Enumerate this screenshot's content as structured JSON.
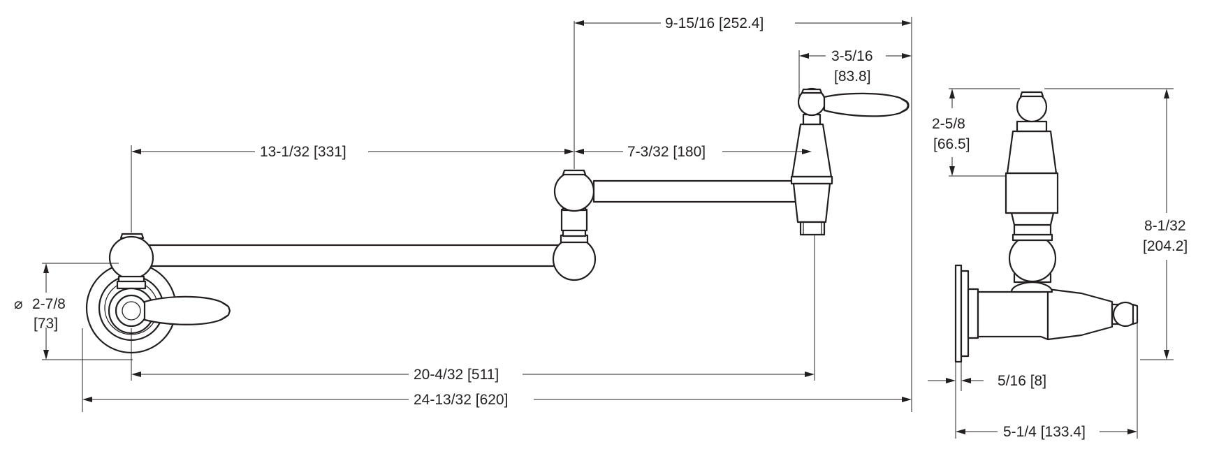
{
  "dimensions": {
    "diameter_symbol": "⌀",
    "wall_plate_diameter": {
      "imperial": "2-7/8",
      "metric": "[73]"
    },
    "front_arm_length": {
      "text": "13-1/32  [331]"
    },
    "rear_arm_length": {
      "text": "7-3/32 [180]"
    },
    "offset_to_outlet": {
      "text": "9-15/16  [252.4]"
    },
    "handle_span": {
      "imperial": "3-5/16",
      "metric": "[83.8]"
    },
    "reach_to_outlet": {
      "text": "20-4/32  [511]"
    },
    "overall_length": {
      "text": "24-13/32  [620]"
    },
    "valve_height": {
      "imperial": "2-5/8",
      "metric": "[66.5]"
    },
    "overall_height": {
      "imperial": "8-1/32",
      "metric": "[204.2]"
    },
    "plate_thickness": {
      "text": "5/16  [8]"
    },
    "side_depth": {
      "text": "5-1/4 [133.4]"
    }
  }
}
